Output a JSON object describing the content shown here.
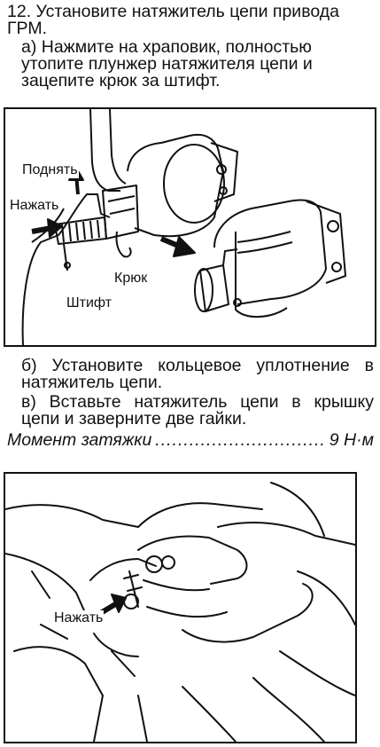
{
  "step": {
    "heading": "12. Установите натяжитель цепи привода ГРМ.",
    "a": "а) Нажмите на храповик, полностью утопите плунжер натяжителя цепи и зацепите крюк за штифт.",
    "b": "б) Установите кольцевое уплотнение в натяжитель цепи.",
    "v": "в) Вставьте натяжитель цепи в крышку цепи и заверните две гайки."
  },
  "torque": {
    "label": "Момент затяжки",
    "dots": "..........................................",
    "value": "9 Н·м"
  },
  "figure1": {
    "labels": {
      "lift": "Поднять",
      "press": "Нажать",
      "hook": "Крюк",
      "pin": "Штифт"
    }
  },
  "figure2": {
    "labels": {
      "press": "Нажать"
    }
  }
}
